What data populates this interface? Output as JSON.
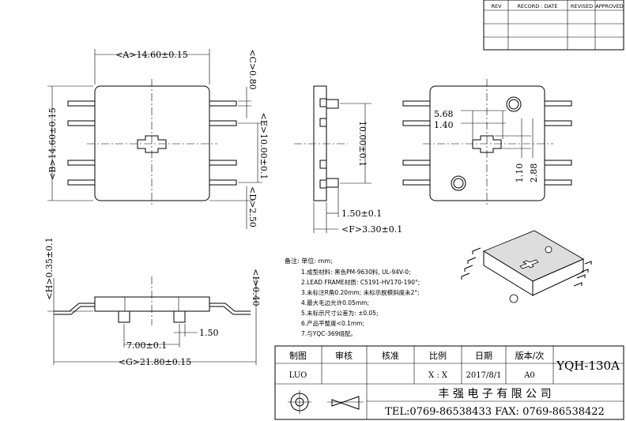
{
  "rev_table": {
    "headers": [
      "REV",
      "RECORD : DATE",
      "REVISED",
      "APPROVED"
    ]
  },
  "dims": {
    "A": "<A>14.60±0.15",
    "B": "<B>14.60±0.15",
    "C": "<C>0.80",
    "E": "<E>10.00±0.1",
    "D": "<D>2.50",
    "side_v": "10.00±0.1",
    "side_w1": "1.50±0.1",
    "side_F": "<F>3.30±0.1",
    "bot_568": "5.68",
    "bot_140": "1.40",
    "bot_110": "1.10",
    "bot_288": "2.88",
    "H": "<H>0.35±0.1",
    "I": "<I>0.40",
    "front_700": "7.00±0.1",
    "front_150": "1.50",
    "G": "<G>21.80±0.15"
  },
  "notes": {
    "title": "备注: 单位: mm;",
    "items": [
      "1.成型材料: 黑色PM-9630料, UL-94V-0;",
      "2.LEAD FRAME材质: C5191-HV170-190°;",
      "3.未标注R角0.20mm; 未标示脱模斜度未2°;",
      "4.最大毛边允许0.05mm;",
      "5.未标示尺寸公差为: ±0.05;",
      "6.产品平整度<0.1mm;",
      "7.与YQC-369组配。"
    ]
  },
  "title_block": {
    "headers": [
      "制图",
      "审核",
      "核准",
      "比例",
      "日期",
      "版本/次"
    ],
    "values": [
      "LUO",
      "",
      "",
      "X : X",
      "2017/8/1",
      "A0"
    ],
    "part_no": "YQH-130A",
    "company": "丰 强 电 子 有 限 公 司",
    "contact": "TEL:0769-86538433 FAX: 0769-86538422"
  }
}
